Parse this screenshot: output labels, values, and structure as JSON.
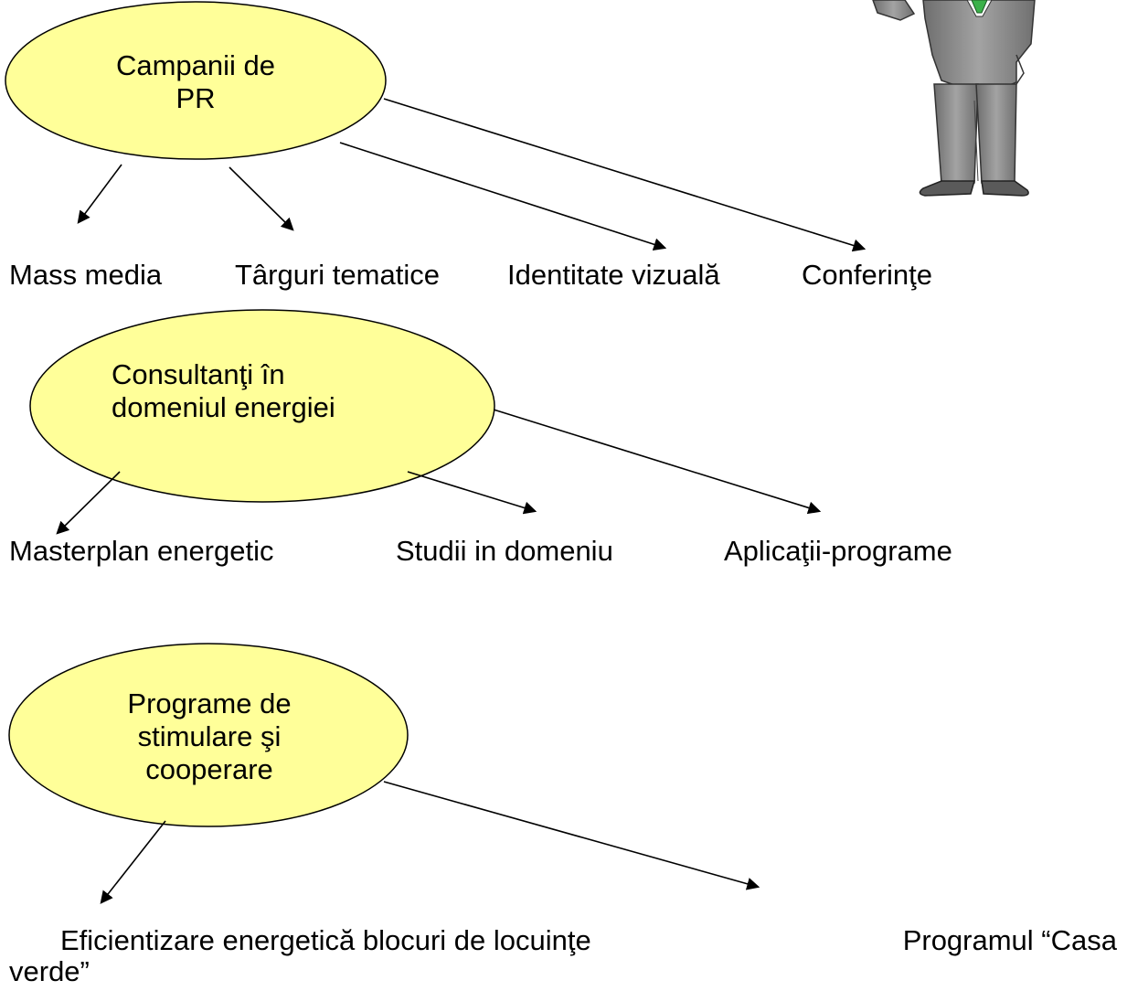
{
  "colors": {
    "bubble_fill": "#ffff99",
    "stroke": "#000000",
    "suit": "#8c8c8c",
    "tie": "#3bb14a"
  },
  "groups": [
    {
      "title_lines": [
        "Campanii de",
        "PR"
      ],
      "children": [
        "Mass media",
        "Târguri tematice",
        "Identitate vizuală",
        "Conferinţe"
      ]
    },
    {
      "title_lines": [
        "Consultanţi în",
        "domeniul energiei"
      ],
      "children": [
        "Masterplan energetic",
        "Studii in domeniu",
        "Aplicaţii-programe"
      ]
    },
    {
      "title_lines": [
        "Programe de",
        "stimulare şi",
        "cooperare"
      ],
      "children_left": "Eficientizare energetică blocuri de locuinţe",
      "children_right": "Programul “Casa",
      "children_tail": "verde”"
    }
  ],
  "illustration": "businessman-figure"
}
